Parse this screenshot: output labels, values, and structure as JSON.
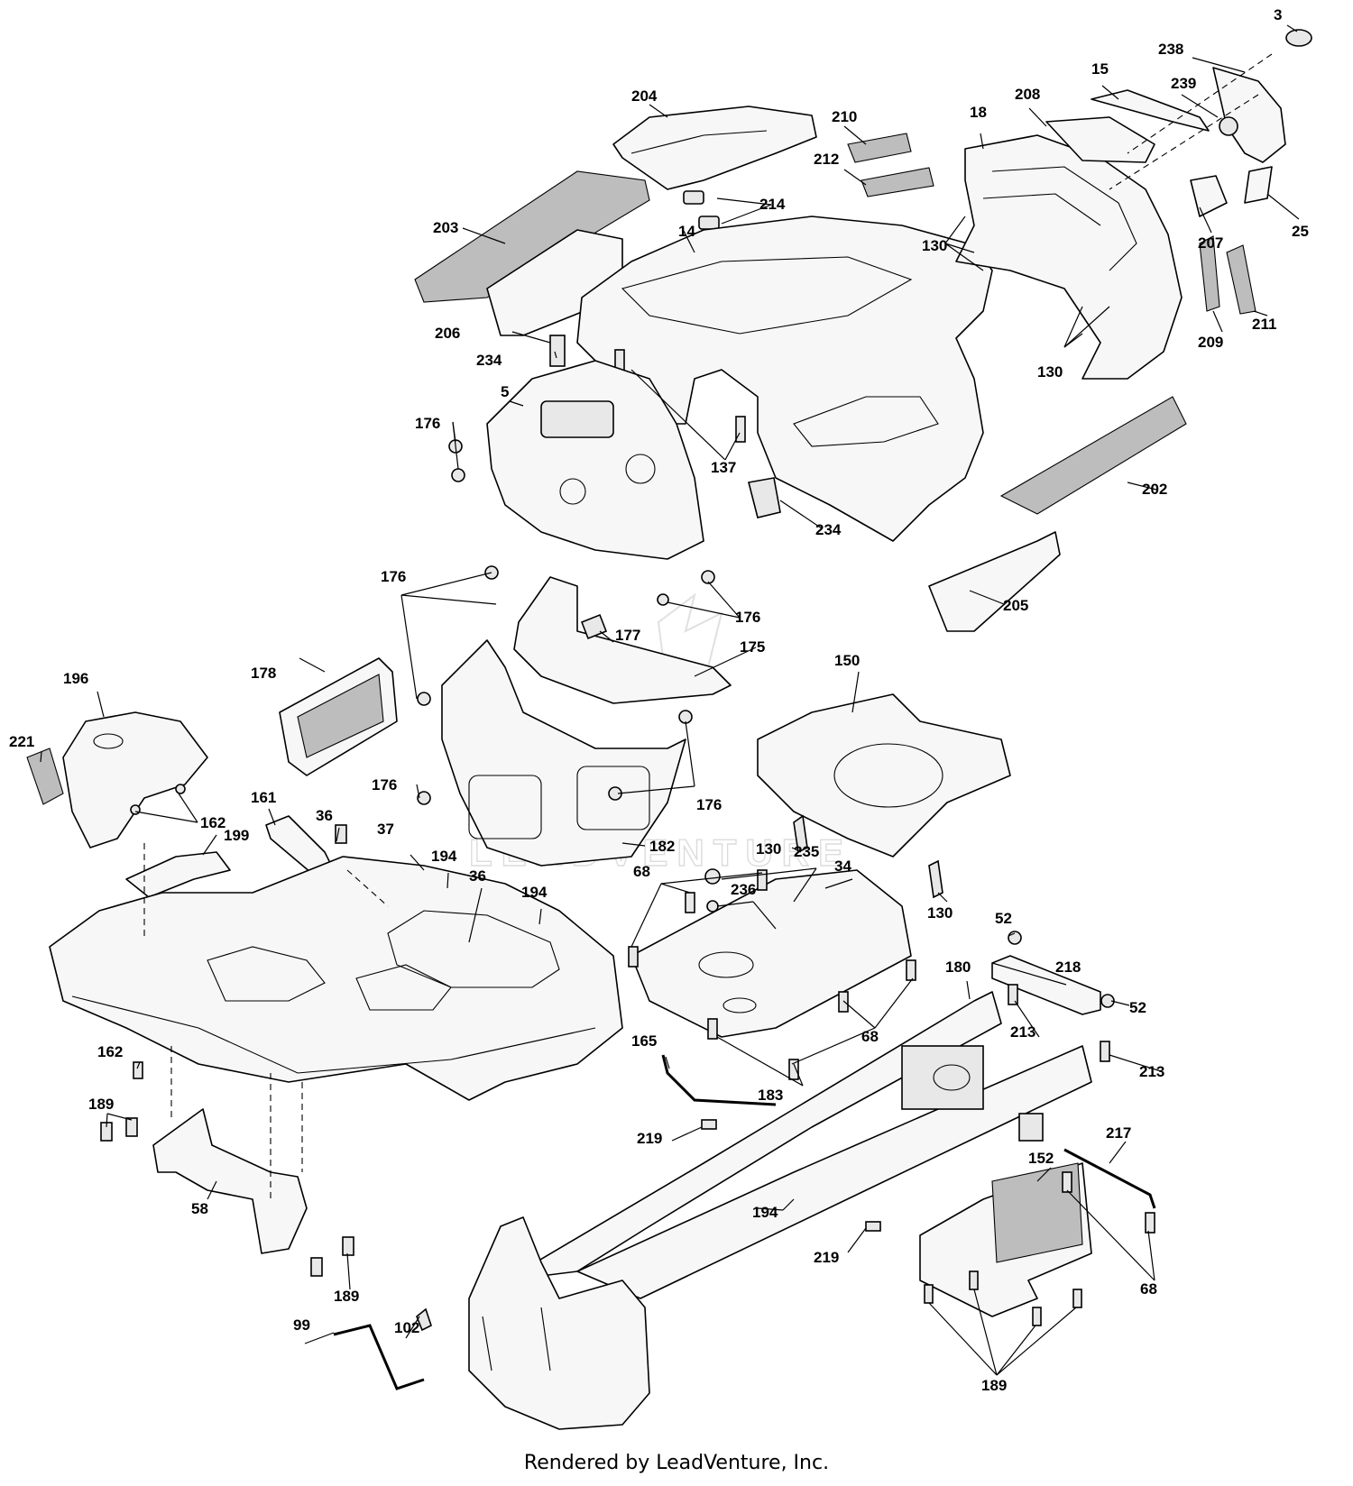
{
  "watermark": "LEADVENTURE",
  "footer": "Rendered by LeadVenture, Inc.",
  "callouts": {
    "c3": "3",
    "c238": "238",
    "c15": "15",
    "c239": "239",
    "c208": "208",
    "c18": "18",
    "c204": "204",
    "c210": "210",
    "c212": "212",
    "c214": "214",
    "c203": "203",
    "c14": "14",
    "c130a": "130",
    "c207": "207",
    "c25": "25",
    "c206": "206",
    "c234a": "234",
    "c209": "209",
    "c211": "211",
    "c130b": "130",
    "c5": "5",
    "c176a": "176",
    "c137": "137",
    "c202": "202",
    "c234b": "234",
    "c176b": "176",
    "c176c": "176",
    "c177": "177",
    "c205": "205",
    "c175": "175",
    "c150": "150",
    "c178": "178",
    "c196": "196",
    "c221": "221",
    "c176d": "176",
    "c176e": "176",
    "c162a": "162",
    "c161": "161",
    "c36a": "36",
    "c37": "37",
    "c199": "199",
    "c194a": "194",
    "c36b": "36",
    "c194b": "194",
    "c182": "182",
    "c130c": "130",
    "c235": "235",
    "c68a": "68",
    "c236": "236",
    "c34": "34",
    "c130d": "130",
    "c52a": "52",
    "c218": "218",
    "c52b": "52",
    "c180": "180",
    "c213a": "213",
    "c68b": "68",
    "c165": "165",
    "c162b": "162",
    "c183": "183",
    "c213b": "213",
    "c189a": "189",
    "c219a": "219",
    "c217": "217",
    "c152": "152",
    "c194c": "194",
    "c58": "58",
    "c219b": "219",
    "c68c": "68",
    "c189b": "189",
    "c99": "99",
    "c102": "102",
    "c189c": "189"
  }
}
